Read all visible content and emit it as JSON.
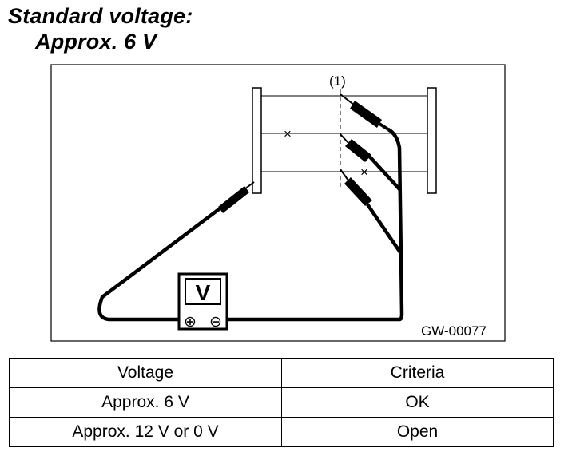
{
  "title": {
    "line1": "Standard voltage:",
    "line2": "Approx. 6 V"
  },
  "diagram": {
    "callout": "(1)",
    "meter_symbol": "V",
    "plus_symbol": "⊕",
    "minus_symbol": "⊖",
    "break_mark": "×",
    "figure_id": "GW-00077"
  },
  "table": {
    "headers": [
      "Voltage",
      "Criteria"
    ],
    "rows": [
      [
        "Approx. 6 V",
        "OK"
      ],
      [
        "Approx. 12 V or 0 V",
        "Open"
      ]
    ]
  }
}
